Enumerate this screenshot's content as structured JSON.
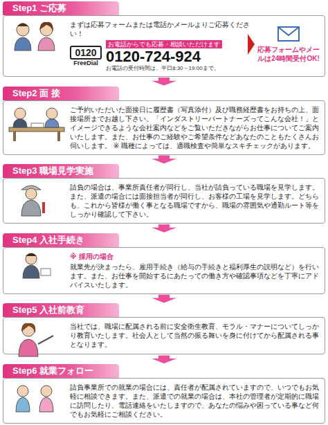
{
  "diagram": {
    "nodes": [
      {
        "text": [
          "Step1 ご応募",
          "まずは応募フォームまたは電話かメールよりご応募ください！"
        ]
      },
      {
        "text": [
          "お電話からでも応募・相談いただけます",
          "0120-724-924",
          "お電話の受付時間は、平日8:30～19:00まで。"
        ],
        "in": 0
      },
      {
        "text": [
          "Step2 面 接",
          "ご予約いただいた面接日に履歴書（写真添付）及び職務経歴書をお持ちの上、面接場所までお越し下さい。「インダストリーパートナーズってこんな会社！」とイメージできるような会社案内などをご覧いただきながらお仕事についてご案内いたします。また、お仕事のご経験やご希望条件などあなたのこともたくさんお伺いします。 ※ 職種によっては、適職検査や簡単なスキチェックがあります。"
        ]
      },
      {
        "text": [
          "Step3 職場見学実施",
          "請負の場合は、事業所責任者が同行し、当社が請負っている職場を見学します。また、派遣の場合には面接担当者が同行し、お客様の工場を見学します。どちらも、これから皆様が働く事となる職場ですから、職場の雰囲気や通勤ルート等をしっかり確認して下さい。"
        ]
      },
      {
        "text": [
          "Step4 入社手続き",
          "※ 採用の場合",
          "就業先が決まったら、雇用手続き（給与の手続きと福利厚生の説明など）を行います。また、お仕事を開始するにあたっての働き方や確認事項などを丁寧にアドバイスいたします。"
        ]
      },
      {
        "text": [
          "Step5 入社前教育",
          "当社では、職場に配属される前に安全衛生教育、モラル・マナーについてしっかり教育いたします。社会人として当然の振る舞いを身に付けてから配属される事となります。"
        ]
      },
      {
        "text": [
          "Step6 就業フォロー",
          "請負事業所での就業の場合には、責任者が配属されていますので、いつでもお気軽に相談できます。また、派遣での就業の場合は、本社の管理者が定期的に職場に訪問したり、電話連絡をいたしますので、あなたの悩みや困っている事など何でもお気軽にご相談ください。"
        ]
      }
    ],
    "edges": [
      {
        "from": 0,
        "to": 2,
        "arrow": "to"
      },
      {
        "from": 2,
        "to": 3,
        "arrow": "to"
      },
      {
        "from": 3,
        "to": 4,
        "arrow": "to"
      },
      {
        "from": 4,
        "to": 5,
        "arrow": "to"
      },
      {
        "from": 5,
        "to": 6,
        "arrow": "to"
      }
    ],
    "labels": [
      "0120",
      "FreeDial",
      "応募フォームやメールは24時間受付OK!"
    ]
  }
}
